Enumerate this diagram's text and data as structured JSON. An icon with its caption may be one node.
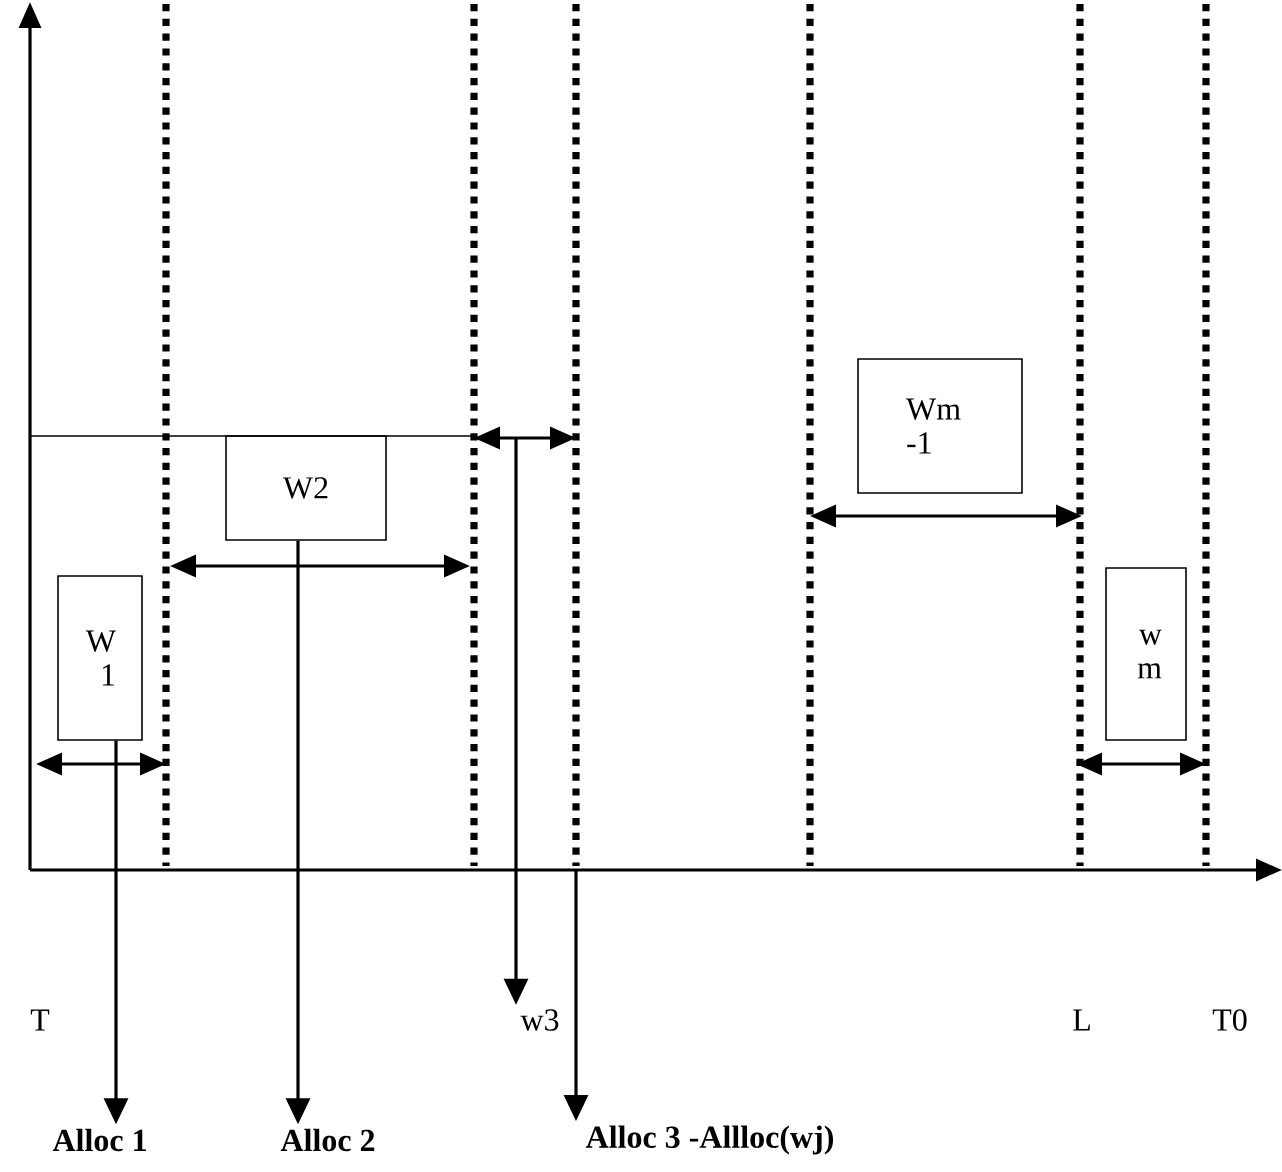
{
  "diagram": {
    "nodes": [
      {
        "text": [
          "W 1"
        ]
      },
      {
        "text": [
          "W2"
        ]
      },
      {
        "text": [
          "Wm -1"
        ]
      },
      {
        "text": [
          "w m"
        ]
      },
      {
        "text": [
          "Alloc 1"
        ]
      },
      {
        "text": [
          "Alloc 2"
        ]
      },
      {
        "text": [
          "w3"
        ]
      },
      {
        "text": [
          "Alloc 3 -Allloc(wj)"
        ]
      }
    ],
    "edges": [
      {
        "from": 0,
        "to": 4,
        "arrow": "to"
      },
      {
        "from": 1,
        "to": 5,
        "arrow": "to"
      },
      {
        "from": null,
        "to": 6,
        "arrow": "to"
      },
      {
        "from": null,
        "to": 7,
        "arrow": "to"
      }
    ],
    "labels": [
      "T",
      "L",
      "T0"
    ]
  }
}
